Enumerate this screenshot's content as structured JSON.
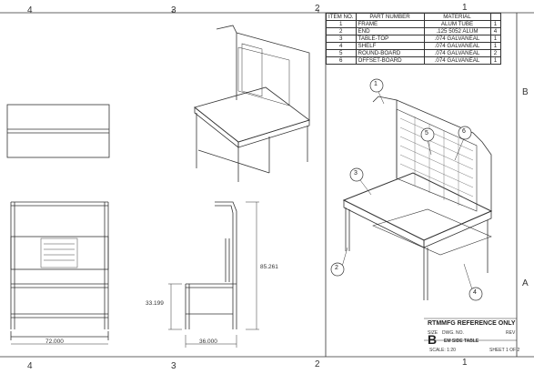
{
  "zones": {
    "top": [
      "4",
      "3",
      "2",
      "1"
    ],
    "bottom": [
      "4",
      "3",
      "2",
      "1"
    ],
    "side": [
      "B",
      "A"
    ]
  },
  "bom": {
    "headers": [
      "ITEM NO.",
      "PART NUMBER",
      "MATERIAL",
      ""
    ],
    "rows": [
      [
        "1",
        "FRAME",
        "ALUM TUBE",
        "1"
      ],
      [
        "2",
        "END",
        ".125 5052 ALUM",
        "4"
      ],
      [
        "3",
        "TABLE-TOP",
        ".074 GALVANEAL",
        "1"
      ],
      [
        "4",
        "SHELF",
        ".074 GALVANEAL",
        "1"
      ],
      [
        "5",
        "ROUND-BOARD",
        ".074 GALVANEAL",
        "2"
      ],
      [
        "6",
        "OFFSET-BOARD",
        ".074 GALVANEAL",
        "1"
      ]
    ]
  },
  "balloons": [
    "1",
    "5",
    "6",
    "3",
    "2",
    "4"
  ],
  "dimensions": {
    "width": "72.000",
    "depth": "36.000",
    "height": "85.261",
    "table_height": "33.199"
  },
  "title_block": {
    "reference": "RTMMFG REFERENCE ONLY",
    "size_label": "SIZE",
    "dwg_label": "DWG. NO.",
    "rev_label": "REV",
    "size": "B",
    "title": "EM SIDE TABLE",
    "scale": "SCALE: 1:20",
    "sheet": "SHEET 1 OF 2"
  }
}
